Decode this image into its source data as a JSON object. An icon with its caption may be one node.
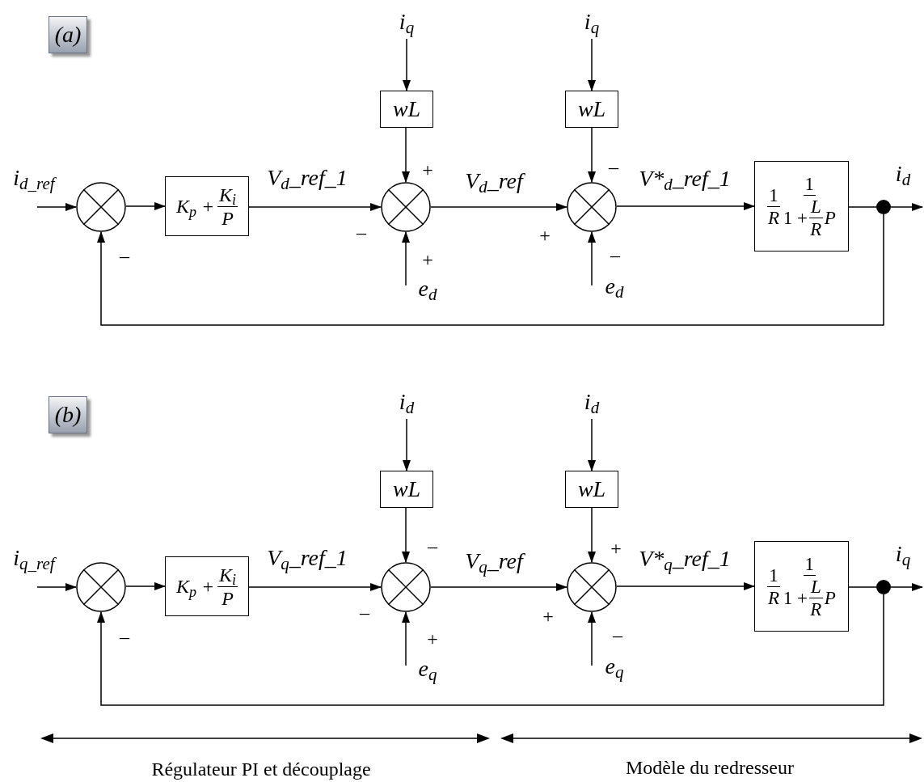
{
  "diagram": {
    "nodes": [
      {
        "text": [
          "(a)"
        ]
      },
      {
        "text": [],
        "shape": "circle"
      },
      {
        "text": [
          "K$_{p}$ +",
          "K$_{i}$",
          "P"
        ]
      },
      {
        "text": [
          "i$_{q}$"
        ]
      },
      {
        "text": [
          "wL"
        ]
      },
      {
        "text": [],
        "shape": "circle"
      },
      {
        "text": [
          "i$_{q}$"
        ]
      },
      {
        "text": [
          "wL"
        ]
      },
      {
        "text": [],
        "shape": "circle"
      },
      {
        "text": [
          "1",
          "R",
          "1",
          "1 +",
          "L",
          "R",
          "P"
        ]
      },
      {
        "text": [],
        "shape": "circle"
      },
      {
        "text": [
          "(b)"
        ]
      },
      {
        "text": [],
        "shape": "circle"
      },
      {
        "text": [
          "K$_{p}$ +",
          "K$_{i}$",
          "P"
        ]
      },
      {
        "text": [
          "i$_{d}$"
        ]
      },
      {
        "text": [
          "wL"
        ]
      },
      {
        "text": [],
        "shape": "circle"
      },
      {
        "text": [
          "i$_{d}$"
        ]
      },
      {
        "text": [
          "wL"
        ]
      },
      {
        "text": [],
        "shape": "circle"
      },
      {
        "text": [
          "1",
          "R",
          "1",
          "1 +",
          "L",
          "R",
          "P"
        ]
      },
      {
        "text": [],
        "shape": "circle"
      }
    ],
    "edges": [
      {
        "from": null,
        "to": 1,
        "arrow": "to",
        "label": "i$_{d_ref}$"
      },
      {
        "from": 1,
        "to": 2,
        "arrow": "to"
      },
      {
        "from": 2,
        "to": 5,
        "arrow": "to",
        "label": "V$_{d}$_ref_1"
      },
      {
        "from": 3,
        "to": 4,
        "arrow": "to"
      },
      {
        "from": 4,
        "to": 5,
        "arrow": "to"
      },
      {
        "from": null,
        "to": 5,
        "arrow": "to",
        "label": "e$_{d}$"
      },
      {
        "from": 5,
        "to": 8,
        "arrow": "to",
        "label": "V$_{d}$_ref"
      },
      {
        "from": 6,
        "to": 7,
        "arrow": "to"
      },
      {
        "from": 7,
        "to": 8,
        "arrow": "to"
      },
      {
        "from": null,
        "to": 8,
        "arrow": "to",
        "label": "e$_{d}$"
      },
      {
        "from": 8,
        "to": 9,
        "arrow": "to",
        "label": "V*$_{d}$_ref_1"
      },
      {
        "from": 9,
        "to": 10,
        "arrow": "none"
      },
      {
        "from": 10,
        "to": null,
        "arrow": "to",
        "label": "i$_{d}$"
      },
      {
        "from": 10,
        "to": 1,
        "arrow": "to"
      },
      {
        "from": null,
        "to": 12,
        "arrow": "to",
        "label": "i$_{q_ref}$"
      },
      {
        "from": 12,
        "to": 13,
        "arrow": "to"
      },
      {
        "from": 13,
        "to": 16,
        "arrow": "to",
        "label": "V$_{q}$_ref_1"
      },
      {
        "from": 14,
        "to": 15,
        "arrow": "to"
      },
      {
        "from": 15,
        "to": 16,
        "arrow": "to"
      },
      {
        "from": null,
        "to": 16,
        "arrow": "to",
        "label": "e$_{q}$"
      },
      {
        "from": 16,
        "to": 19,
        "arrow": "to",
        "label": "V$_{q}$_ref"
      },
      {
        "from": 17,
        "to": 18,
        "arrow": "to"
      },
      {
        "from": 18,
        "to": 19,
        "arrow": "to"
      },
      {
        "from": null,
        "to": 19,
        "arrow": "to",
        "label": "e$_{q}$"
      },
      {
        "from": 19,
        "to": 20,
        "arrow": "to",
        "label": "V*$_{q}$_ref_1"
      },
      {
        "from": 20,
        "to": 21,
        "arrow": "none"
      },
      {
        "from": 21,
        "to": null,
        "arrow": "to",
        "label": "i$_{q}$"
      },
      {
        "from": 21,
        "to": 12,
        "arrow": "to"
      }
    ],
    "labels": [
      "–",
      "+",
      "–",
      "+",
      "–",
      "+",
      "–",
      "–",
      "–",
      "–",
      "+",
      "+",
      "+",
      "–",
      "Régulateur PI et découplage",
      "Modèle du redresseur"
    ]
  }
}
